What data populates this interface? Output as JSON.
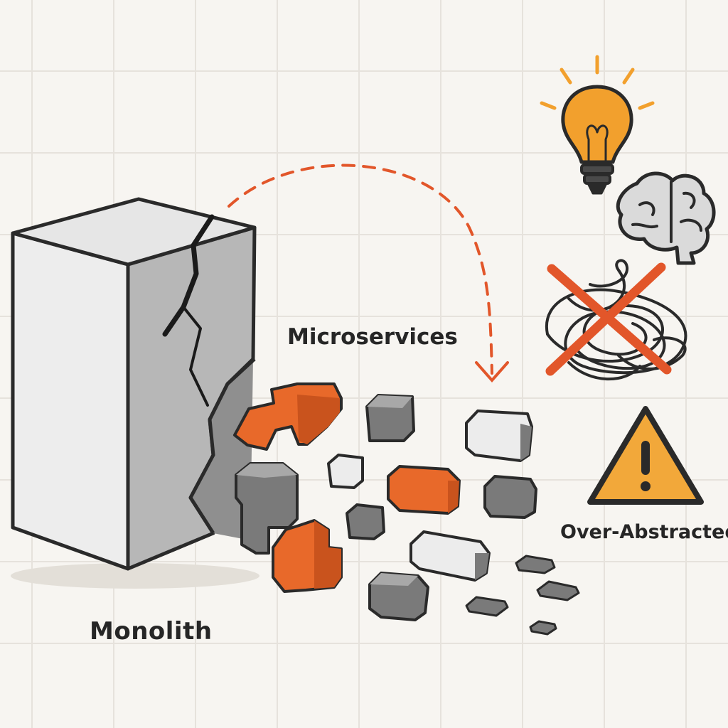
{
  "labels": {
    "monolith": "Monolith",
    "microservices": "Microservices",
    "over_abstracted": "Over-Abstracted"
  },
  "icons": [
    "lightbulb-icon",
    "brain-icon",
    "tangled-scribble-icon",
    "red-x-icon",
    "warning-triangle-icon",
    "dashed-arrow-icon"
  ],
  "colors": {
    "background": "#f7f5f1",
    "grid": "#e6e2dc",
    "outline": "#2a2a2a",
    "orange": "#e8692a",
    "arrow": "#e2562a",
    "bulb": "#f2a02d",
    "warning": "#f2a83a",
    "gray_dark": "#7a7a7a",
    "gray_light": "#ececec"
  }
}
